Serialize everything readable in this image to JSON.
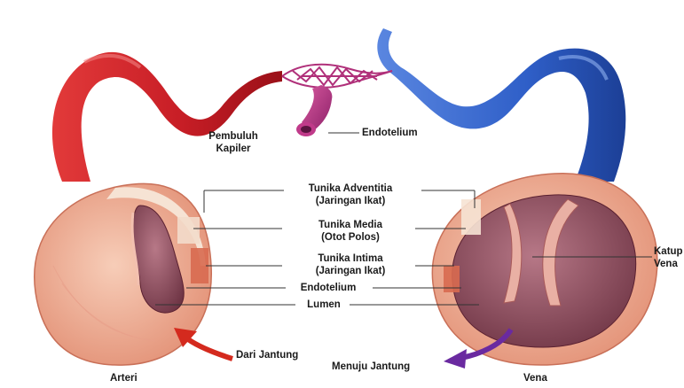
{
  "labels": {
    "capillary_line1": "Pembuluh",
    "capillary_line2": "Kapiler",
    "endothelium_top": "Endotelium",
    "adventitia_line1": "Tunika Adventitia",
    "adventitia_line2": "(Jaringan Ikat)",
    "media_line1": "Tunika Media",
    "media_line2": "(Otot Polos)",
    "intima_line1": "Tunika Intima",
    "intima_line2": "(Jaringan Ikat)",
    "endothelium_mid": "Endotelium",
    "lumen": "Lumen",
    "valve_line1": "Katup",
    "valve_line2": "Vena",
    "from_heart": "Dari Jantung",
    "to_heart": "Menuju Jantung",
    "artery": "Arteri",
    "vein": "Vena"
  },
  "colors": {
    "artery": "#c8202a",
    "vein": "#2f5fc8",
    "capillary": "#b0307a",
    "tissue": "#e9a58c",
    "lumen": "#8a4a58",
    "arrow_in": "#d42a1e",
    "arrow_out": "#6a2aa0"
  }
}
